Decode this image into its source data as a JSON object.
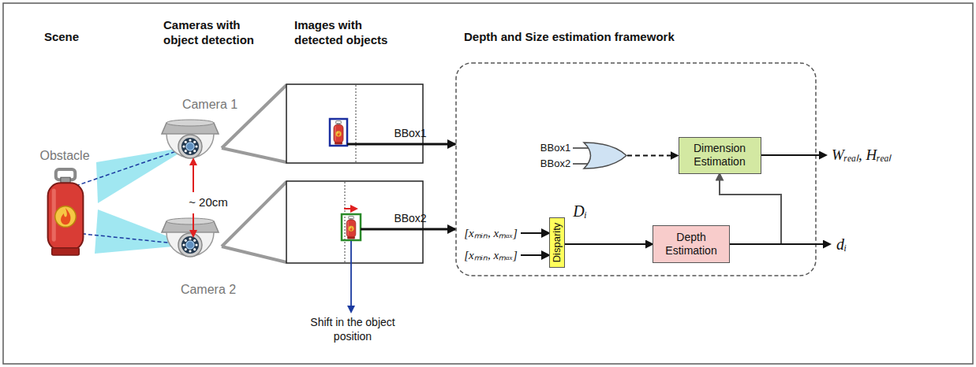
{
  "diagram": {
    "nodes": [
      {
        "text": [
          "Dimension Estimation"
        ]
      },
      {
        "text": [
          "Disparity"
        ]
      },
      {
        "text": [
          "Depth Estimation"
        ]
      }
    ],
    "edges": [
      {
        "from": 1,
        "to": 2,
        "arrow": "to",
        "label": "Dᵢ"
      },
      {
        "from": 2,
        "to": 0,
        "arrow": "to"
      }
    ],
    "labels": [
      "Scene",
      "Cameras with object detection",
      "Images with detected objects",
      "Depth and Size estimation framework",
      "Obstacle",
      "Camera 1",
      "~ 20cm",
      "Camera 2",
      "BBox1",
      "BBox2",
      "BBox1",
      "BBox2",
      "[xₘᵢₙ, xₘₐₓ]",
      "[xₘᵢₙ, xₘₐₓ]",
      "Wᵣₑₐₗ, Hᵣₑₐₗ",
      "dᵢ",
      "Shift in the object position"
    ]
  }
}
